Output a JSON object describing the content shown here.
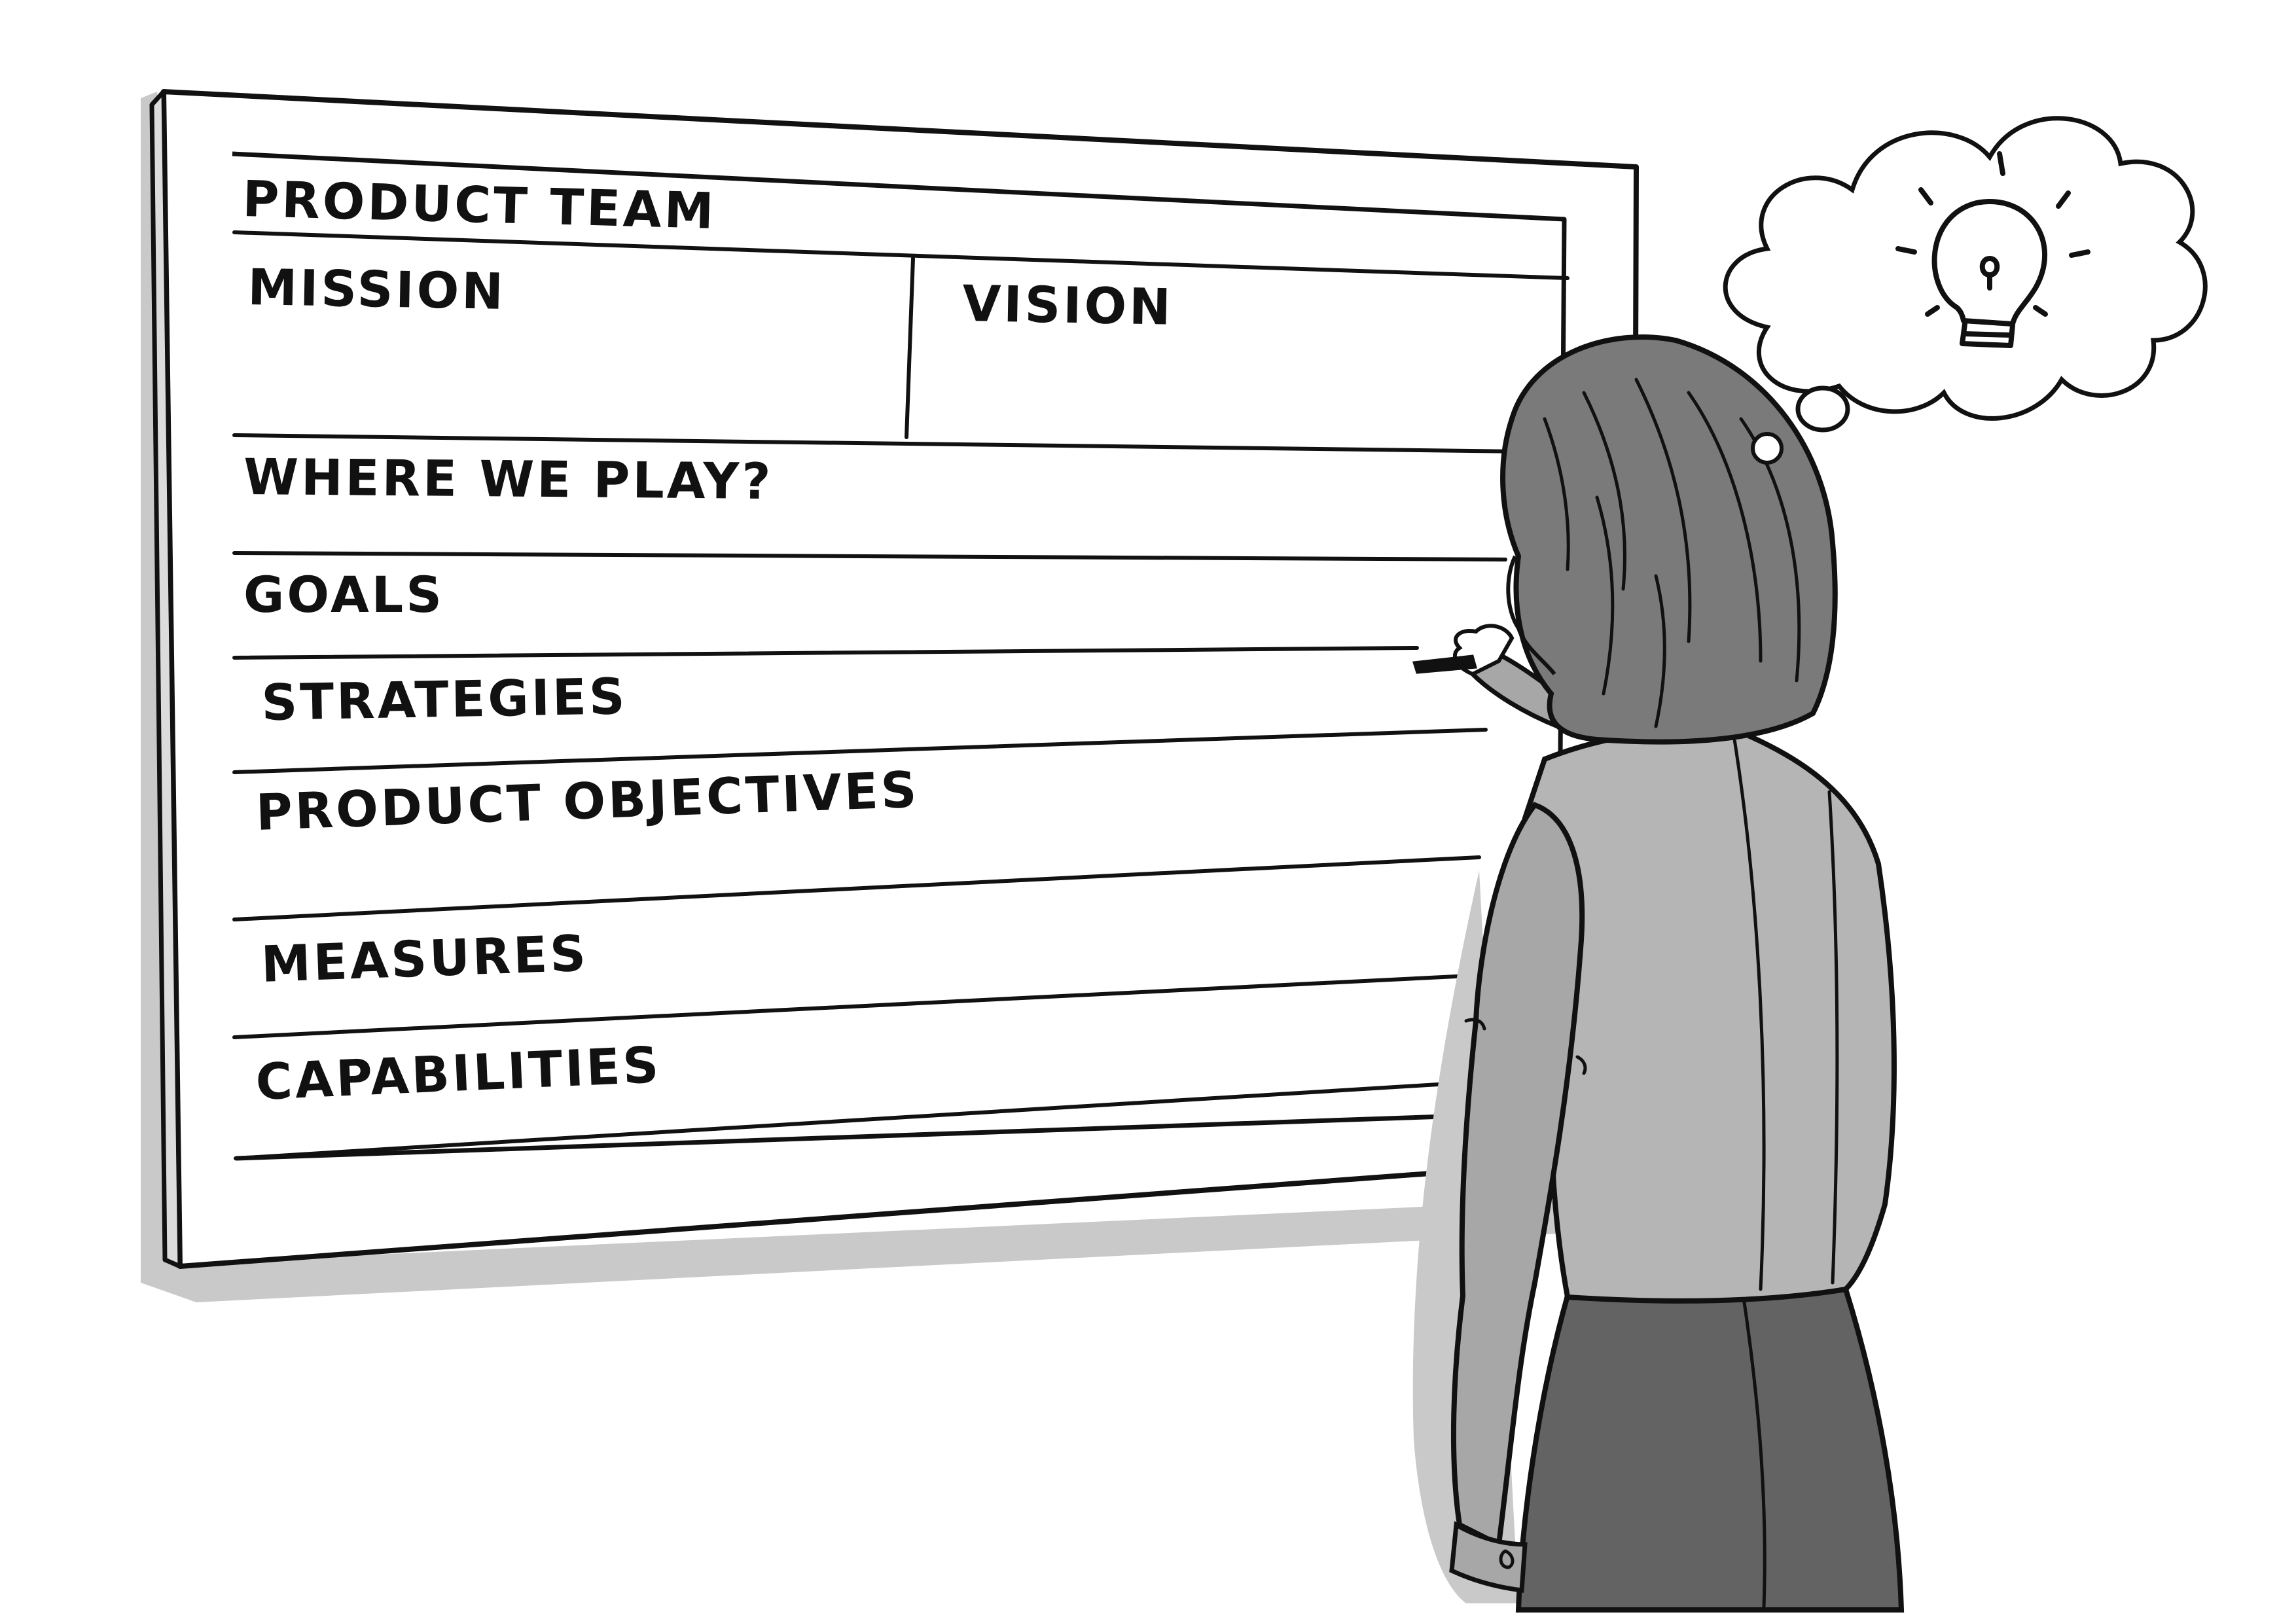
{
  "board": {
    "title": "PRODUCT TEAM",
    "mission": "MISSION",
    "vision": "VISION",
    "sections": [
      "WHERE WE PLAY?",
      "GOALS",
      "STRATEGIES",
      "PRODUCT OBJECTIVES",
      "MEASURES",
      "CAPABILITIES"
    ]
  },
  "person": {
    "thought_bubble_icon": "lightbulb-icon"
  }
}
